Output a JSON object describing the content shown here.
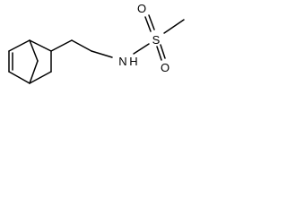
{
  "molecule": {
    "atoms": {
      "nitrogen": "N",
      "nitrogen_hydrogen": "H",
      "sulfur": "S",
      "oxygen_top": "O",
      "oxygen_bottom": "O"
    }
  },
  "colors": {
    "bond": "#000000",
    "text": "#000000",
    "background": "#ffffff"
  }
}
